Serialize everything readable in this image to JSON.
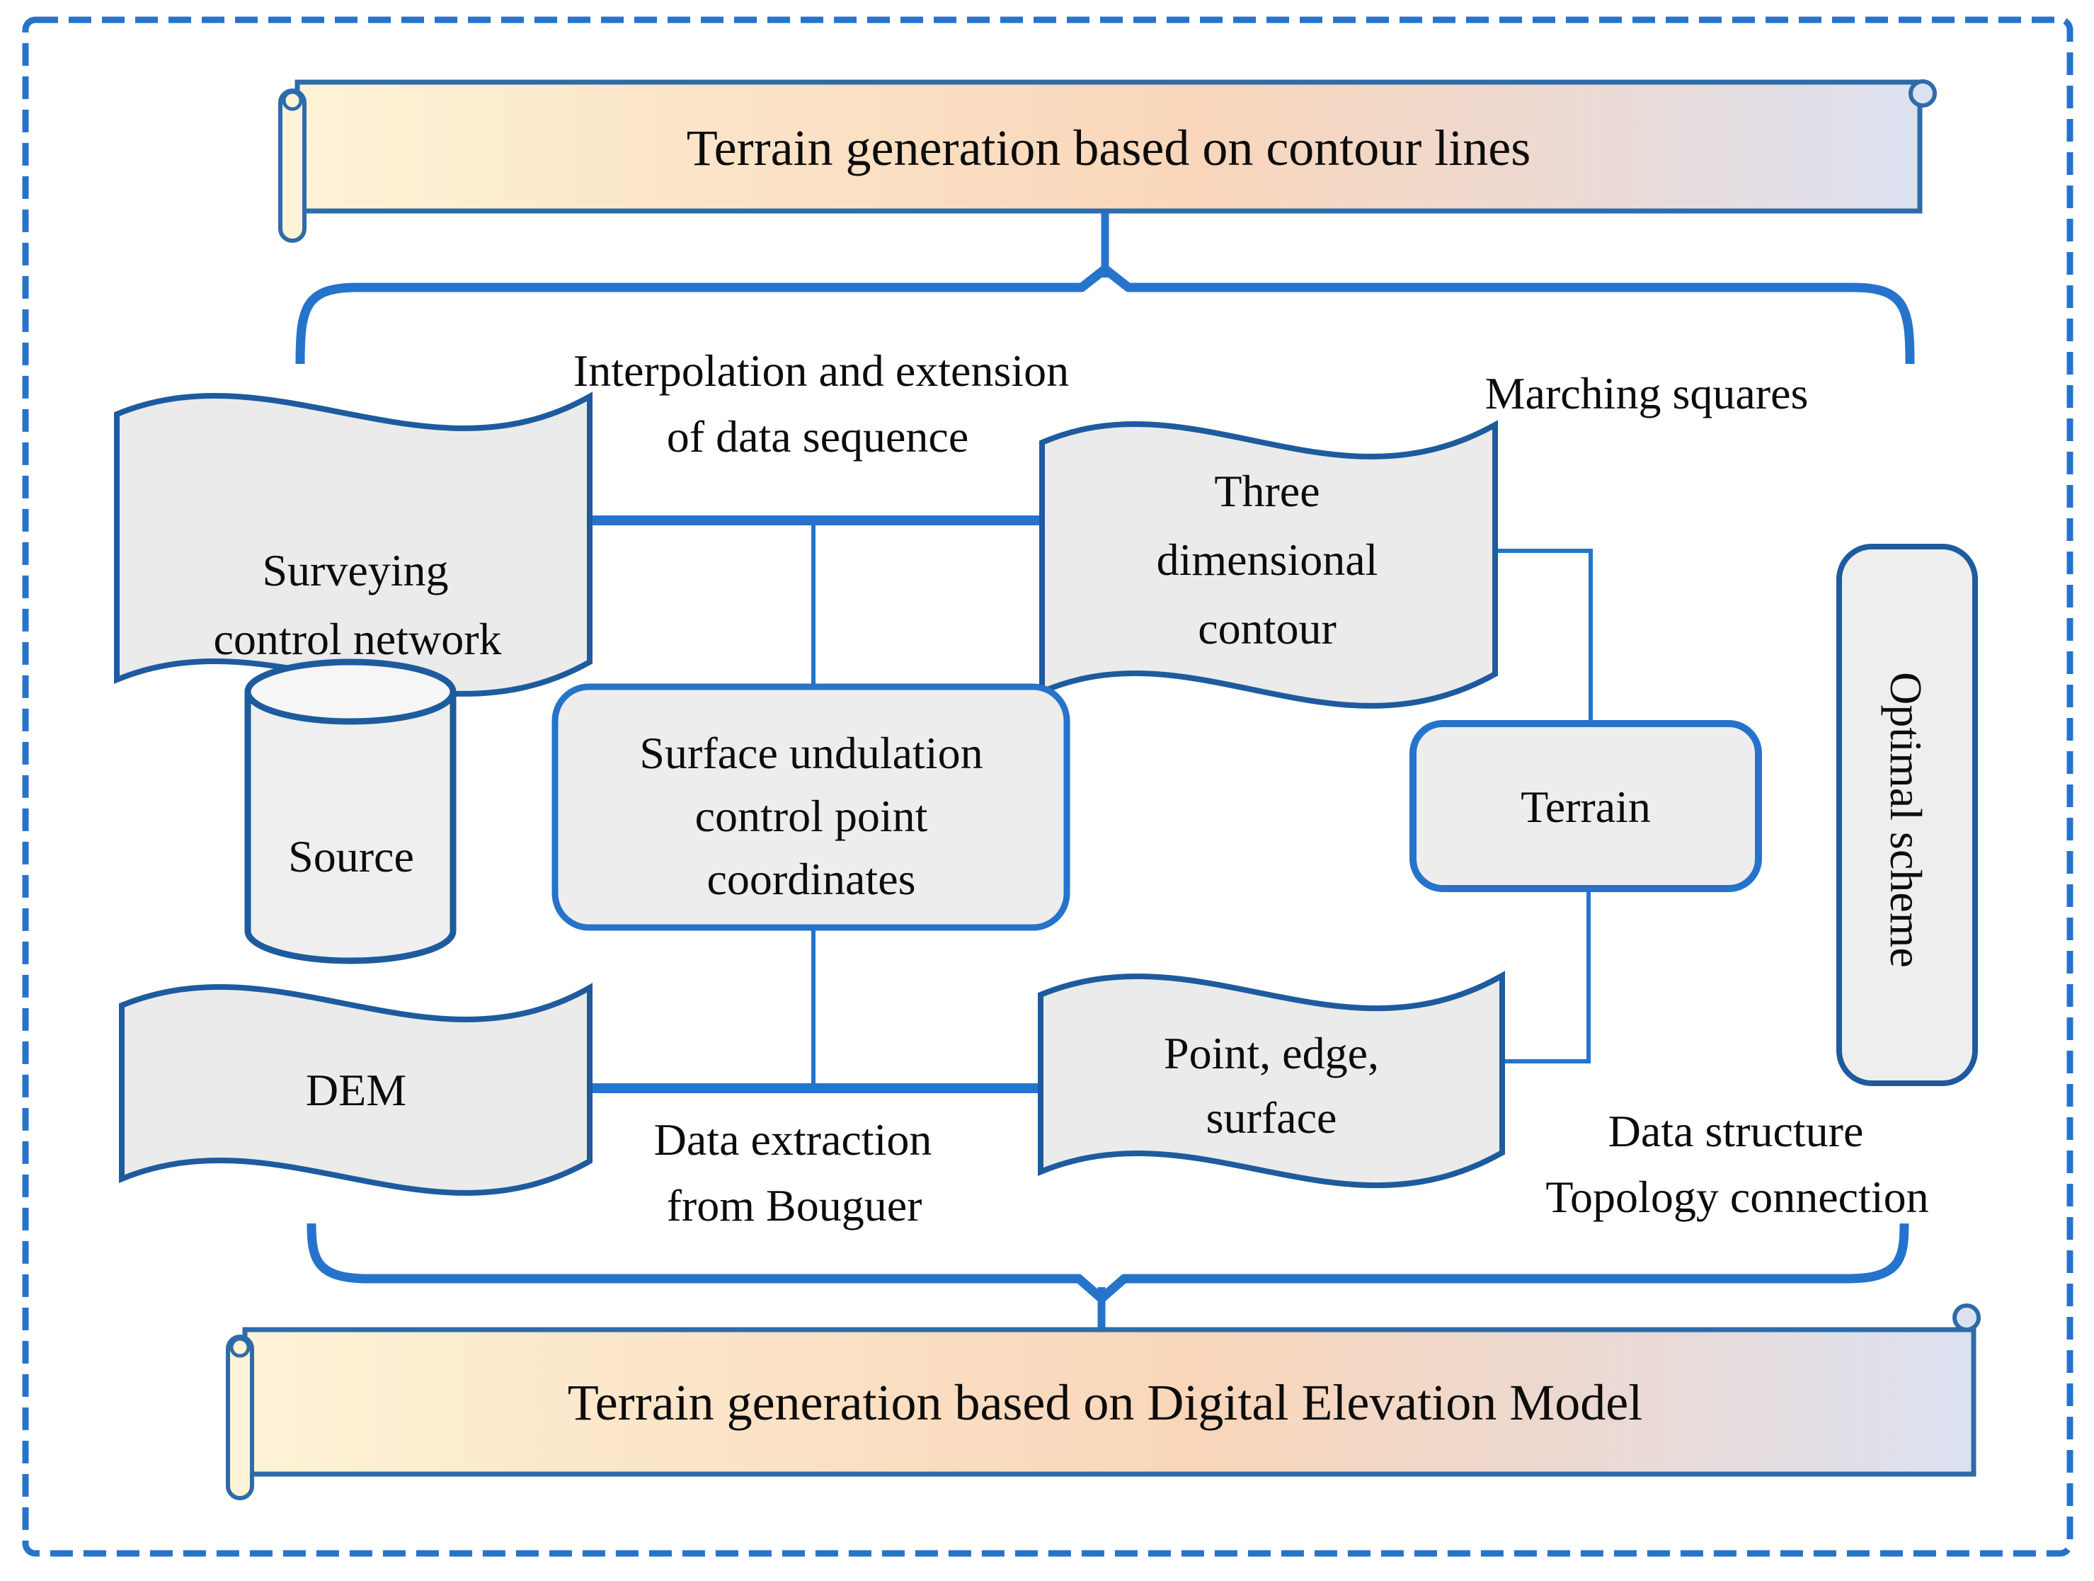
{
  "diagram": {
    "banners": {
      "top": "Terrain generation based on contour lines",
      "bottom": "Terrain generation based on Digital Elevation Model"
    },
    "nodes": {
      "surveying": {
        "line1": "Surveying",
        "line2": "control network"
      },
      "source": {
        "label": "Source"
      },
      "surface_undulation": {
        "line1": "Surface undulation",
        "line2": "control point",
        "line3": "coordinates"
      },
      "three_dimensional": {
        "line1": "Three",
        "line2": "dimensional",
        "line3": "contour"
      },
      "terrain": {
        "label": "Terrain"
      },
      "optimal_scheme": {
        "label": "Optimal scheme"
      },
      "dem": {
        "label": "DEM"
      },
      "point_edge_surface": {
        "line1": "Point, edge,",
        "line2": "surface"
      }
    },
    "annotations": {
      "interpolation": {
        "line1": "Interpolation and extension",
        "line2": "of data sequence"
      },
      "marching_squares": {
        "label": "Marching squares"
      },
      "data_extraction": {
        "line1": "Data extraction",
        "line2": "from Bouguer"
      },
      "data_structure": {
        "line1": "Data structure",
        "line2": "Topology connection"
      }
    },
    "colors": {
      "accent_blue": "#2673cc",
      "steel_border": "#2e6ba8",
      "dark_border": "#1e5b9e",
      "node_fill": "#ebebeb",
      "banner_gradient_left": "#fdf3d6",
      "banner_gradient_mid": "#f9d6ba",
      "banner_gradient_right": "#dce1f1",
      "text": "#0c0c0c"
    }
  }
}
